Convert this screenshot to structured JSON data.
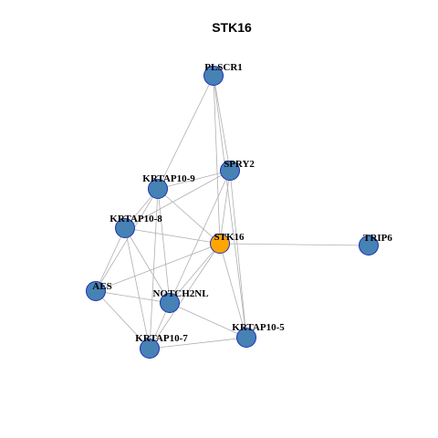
{
  "title": "STK16",
  "colors": {
    "node_default": "#4682b4",
    "node_center": "#ffa500",
    "node_border": "#1f2fb5",
    "edge": "#b0b0b0"
  },
  "nodes": [
    {
      "id": "PLSCR1",
      "label": "PLSCR1",
      "role": "neighbor"
    },
    {
      "id": "SPRY2",
      "label": "SPRY2",
      "role": "neighbor"
    },
    {
      "id": "KRTAP10-9",
      "label": "KRTAP10-9",
      "role": "neighbor"
    },
    {
      "id": "KRTAP10-8",
      "label": "KRTAP10-8",
      "role": "neighbor"
    },
    {
      "id": "STK16",
      "label": "STK16",
      "role": "center"
    },
    {
      "id": "TRIP6",
      "label": "TRIP6",
      "role": "neighbor"
    },
    {
      "id": "AES",
      "label": "AES",
      "role": "neighbor"
    },
    {
      "id": "NOTCH2NL",
      "label": "NOTCH2NL",
      "role": "neighbor"
    },
    {
      "id": "KRTAP10-5",
      "label": "KRTAP10-5",
      "role": "neighbor"
    },
    {
      "id": "KRTAP10-7",
      "label": "KRTAP10-7",
      "role": "neighbor"
    }
  ],
  "edges": [
    [
      "PLSCR1",
      "KRTAP10-9"
    ],
    [
      "PLSCR1",
      "SPRY2"
    ],
    [
      "PLSCR1",
      "STK16"
    ],
    [
      "PLSCR1",
      "KRTAP10-5"
    ],
    [
      "SPRY2",
      "KRTAP10-9"
    ],
    [
      "SPRY2",
      "STK16"
    ],
    [
      "SPRY2",
      "NOTCH2NL"
    ],
    [
      "SPRY2",
      "KRTAP10-5"
    ],
    [
      "SPRY2",
      "KRTAP10-8"
    ],
    [
      "KRTAP10-9",
      "KRTAP10-8"
    ],
    [
      "KRTAP10-9",
      "STK16"
    ],
    [
      "KRTAP10-9",
      "AES"
    ],
    [
      "KRTAP10-9",
      "NOTCH2NL"
    ],
    [
      "KRTAP10-9",
      "KRTAP10-7"
    ],
    [
      "KRTAP10-8",
      "STK16"
    ],
    [
      "KRTAP10-8",
      "AES"
    ],
    [
      "KRTAP10-8",
      "NOTCH2NL"
    ],
    [
      "KRTAP10-8",
      "KRTAP10-7"
    ],
    [
      "STK16",
      "TRIP6"
    ],
    [
      "STK16",
      "AES"
    ],
    [
      "STK16",
      "NOTCH2NL"
    ],
    [
      "STK16",
      "KRTAP10-5"
    ],
    [
      "STK16",
      "KRTAP10-7"
    ],
    [
      "AES",
      "NOTCH2NL"
    ],
    [
      "AES",
      "KRTAP10-7"
    ],
    [
      "NOTCH2NL",
      "KRTAP10-5"
    ],
    [
      "NOTCH2NL",
      "KRTAP10-7"
    ],
    [
      "KRTAP10-7",
      "KRTAP10-5"
    ]
  ]
}
